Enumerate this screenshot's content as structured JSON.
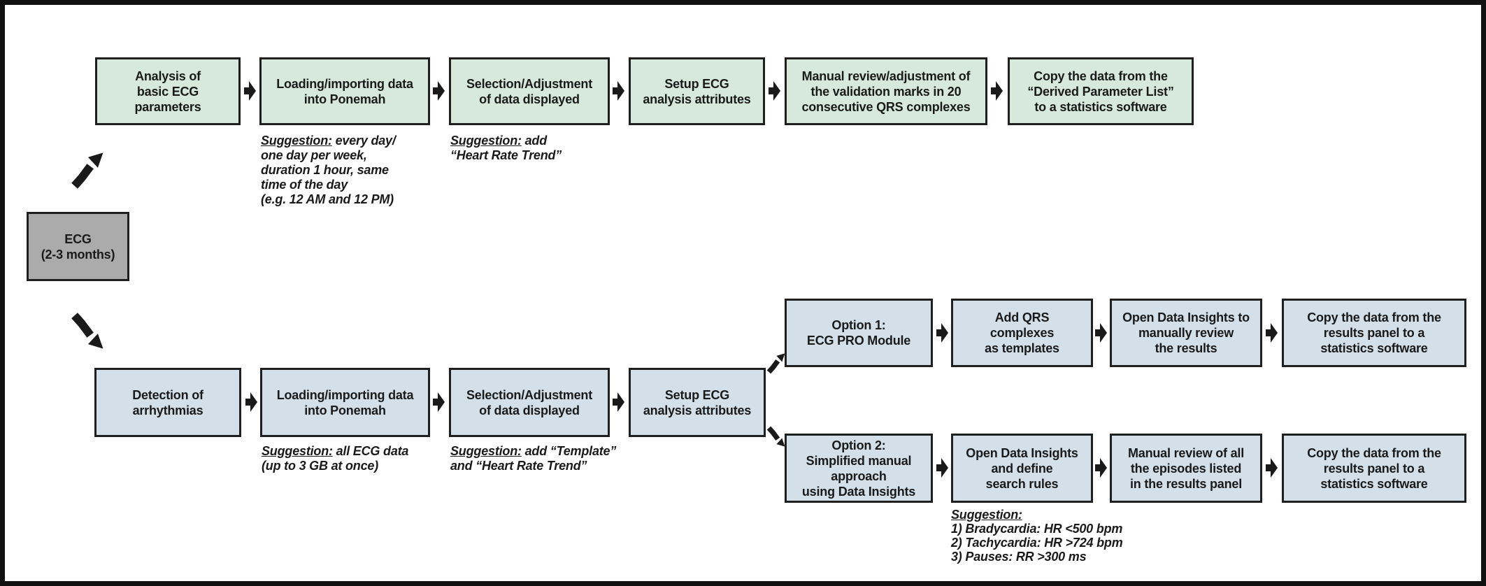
{
  "figure": {
    "source_box": {
      "label": "ECG\n(2-3 months)"
    },
    "colors": {
      "top_row_fill": "#d7e9dc",
      "bottom_rows_fill": "#d3dfe9",
      "source_fill": "#ababab",
      "line": "#1f1f1f"
    }
  },
  "top_row": {
    "boxes": [
      {
        "label": "Analysis of\nbasic ECG\nparameters"
      },
      {
        "label": "Loading/importing data\ninto Ponemah"
      },
      {
        "label": "Selection/Adjustment\nof data displayed"
      },
      {
        "label": "Setup ECG\nanalysis attributes"
      },
      {
        "label": "Manual review/adjustment of\nthe validation marks in 20\nconsecutive QRS complexes"
      },
      {
        "label": "Copy the data from the\n“Derived Parameter List”\nto a statistics software"
      }
    ],
    "suggestions": [
      {
        "label": "Suggestion:",
        "text": " every day/\none day per week,\nduration 1 hour, same\ntime of the day\n(e.g. 12 AM and 12 PM)"
      },
      {
        "label": "Suggestion:",
        "text": " add\n“Heart Rate Trend”"
      }
    ]
  },
  "bottom_row": {
    "boxes": [
      {
        "label": "Detection of\narrhythmias"
      },
      {
        "label": "Loading/importing data\ninto Ponemah"
      },
      {
        "label": "Selection/Adjustment\nof data displayed"
      },
      {
        "label": "Setup ECG\nanalysis attributes"
      }
    ],
    "suggestions": [
      {
        "label": "Suggestion:",
        "text": " all ECG data\n(up to 3 GB at once)"
      },
      {
        "label": "Suggestion:",
        "text": " add “Template”\nand “Heart Rate Trend”"
      }
    ]
  },
  "option1_row": {
    "boxes": [
      {
        "label": "Option 1:\nECG PRO Module"
      },
      {
        "label": "Add QRS\ncomplexes\nas templates"
      },
      {
        "label": "Open Data Insights to\nmanually review\nthe results"
      },
      {
        "label": "Copy the data from the\nresults panel to a\nstatistics software"
      }
    ]
  },
  "option2_row": {
    "boxes": [
      {
        "label": "Option 2:\nSimplified manual\napproach\nusing Data Insights"
      },
      {
        "label": "Open Data Insights\nand define\nsearch rules"
      },
      {
        "label": "Manual review of all\nthe episodes listed\nin the results panel"
      },
      {
        "label": "Copy the data from the\nresults panel to a\nstatistics software"
      }
    ],
    "suggestion": {
      "label": "Suggestion:",
      "text": "\n1) Bradycardia: HR <500 bpm\n2) Tachycardia: HR >724 bpm\n3) Pauses: RR >300 ms"
    }
  }
}
